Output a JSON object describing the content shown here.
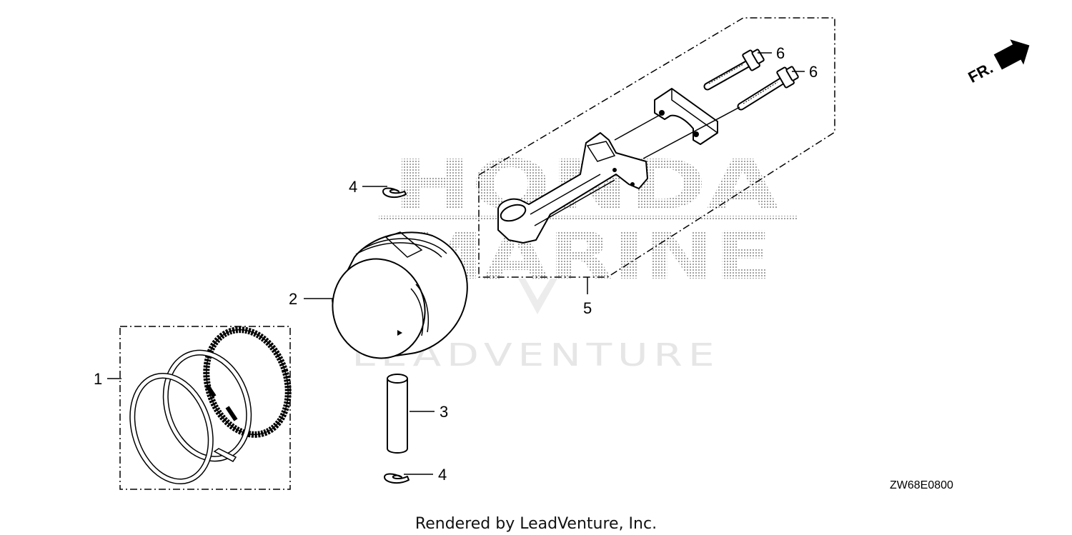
{
  "watermark": {
    "brand_line1": "HONDA",
    "brand_line2": "MARINE",
    "company": "LEADVENTURE"
  },
  "callouts": {
    "piston_ring_set": "1",
    "piston": "2",
    "piston_pin": "3",
    "clip_upper": "4",
    "clip_lower": "4",
    "connecting_rod": "5",
    "bolt_upper": "6",
    "bolt_lower": "6"
  },
  "direction_label": "FR.",
  "diagram_code": "ZW68E0800",
  "credit": "Rendered by LeadVenture, Inc.",
  "colors": {
    "ink": "#000000",
    "watermark": "#bdbdbd",
    "background": "#ffffff"
  }
}
